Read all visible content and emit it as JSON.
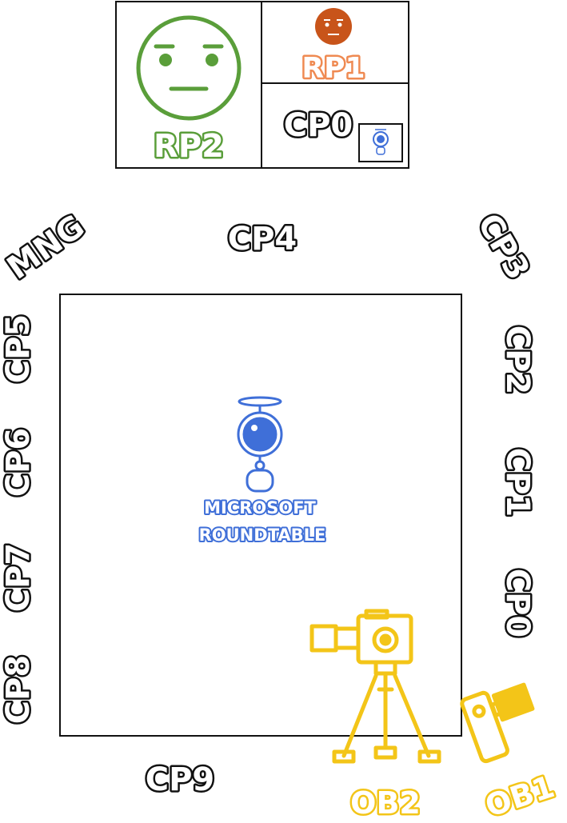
{
  "remote_panel": {
    "rp2_label": "RP2",
    "rp1_label": "RP1",
    "cp0_label": "CP0"
  },
  "participants": {
    "mng": "MNG",
    "cp4": "CP4",
    "cp3": "CP3",
    "cp2": "CP2",
    "cp1": "CP1",
    "cp0": "CP0",
    "cp5": "CP5",
    "cp6": "CP6",
    "cp7": "CP7",
    "cp8": "CP8",
    "cp9": "CP9"
  },
  "device": {
    "line1": "MICROSOFT",
    "line2": "ROUNDTABLE"
  },
  "observers": {
    "ob2": "OB2",
    "ob1": "OB1"
  },
  "colors": {
    "rp2": "#5a9e3a",
    "rp1": "#ef8a52",
    "rp1_face": "#c8541a",
    "device": "#3f6fd8",
    "observer": "#f3c518",
    "dark": "#111111"
  }
}
